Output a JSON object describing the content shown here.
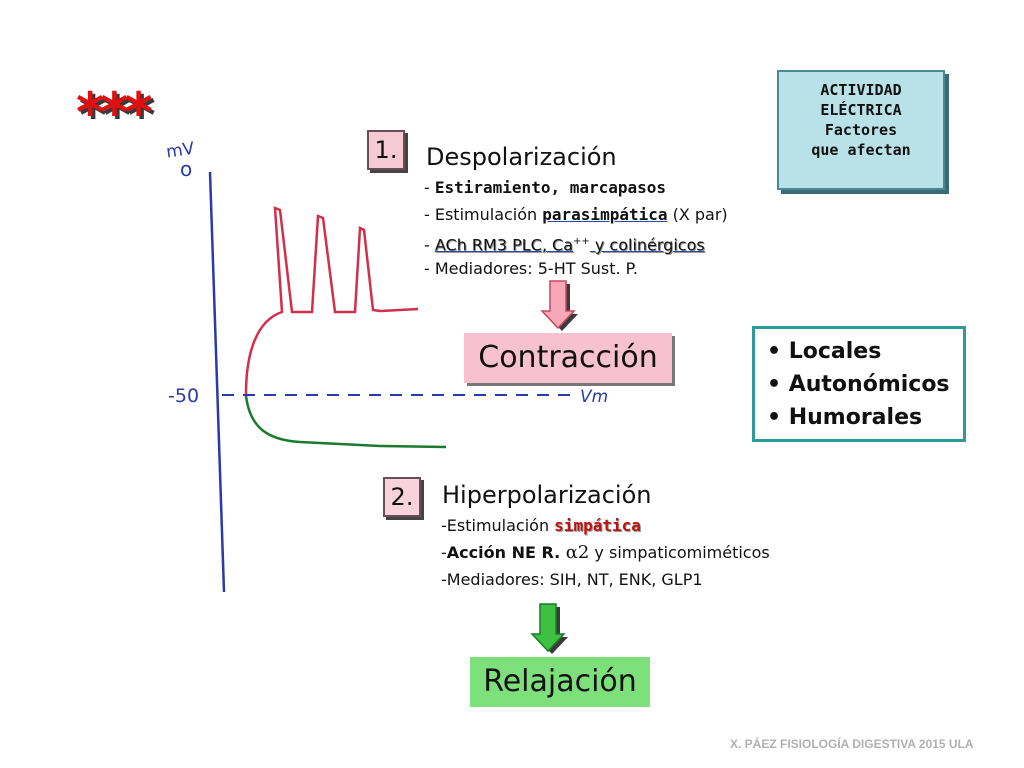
{
  "decor": {
    "stars": "***"
  },
  "graph": {
    "y_unit": "mV",
    "tick_zero": "o",
    "tick_minus50": "-50",
    "vm_label": "Vm"
  },
  "activity_box": {
    "line1": "ACTIVIDAD",
    "line2": "ELÉCTRICA",
    "line3": "Factores",
    "line4": "que afectan"
  },
  "depolarization": {
    "number": "1.",
    "title": "Despolarización",
    "items": [
      {
        "prefix": "- ",
        "text": "Estiramiento, marcapasos"
      },
      {
        "prefix": "- Estimulación ",
        "highlight": "parasimpática",
        "suffix": " (X par)"
      },
      {
        "prefix": "- ",
        "text": "ACh RM3 PLC, Ca",
        "sup": "++",
        "suffix": " y colinérgicos"
      },
      {
        "prefix": "- ",
        "text": "Mediadores: 5-HT Sust. P."
      }
    ],
    "result": "Contracción"
  },
  "factors": {
    "items": [
      "• Locales",
      "• Autonómicos",
      "• Humorales"
    ]
  },
  "hyperpolarization": {
    "number": "2.",
    "title": "Hiperpolarización",
    "items": [
      {
        "prefix": "-Estimulación ",
        "highlight": "simpática"
      },
      {
        "prefix": "-",
        "bold": "Acción NE R. ",
        "greek": "α2",
        "suffix": "  y simpaticomiméticos"
      },
      {
        "prefix": "-",
        "text": "Mediadores: SIH, NT, ENK, GLP1"
      }
    ],
    "result": "Relajación"
  },
  "footer": "X. PÁEZ   FISIOLOGÍA DIGESTIVA 2015   ULA",
  "colors": {
    "axis": "#2a3aa8",
    "depolarization_curve": "#d0304a",
    "hyperpolarization_curve": "#1a7a30",
    "dashed_line": "#2a3aa8",
    "arrow_pink": "#f7a8b8",
    "arrow_green": "#3ec040",
    "accent_teal": "#2f9a9a"
  }
}
